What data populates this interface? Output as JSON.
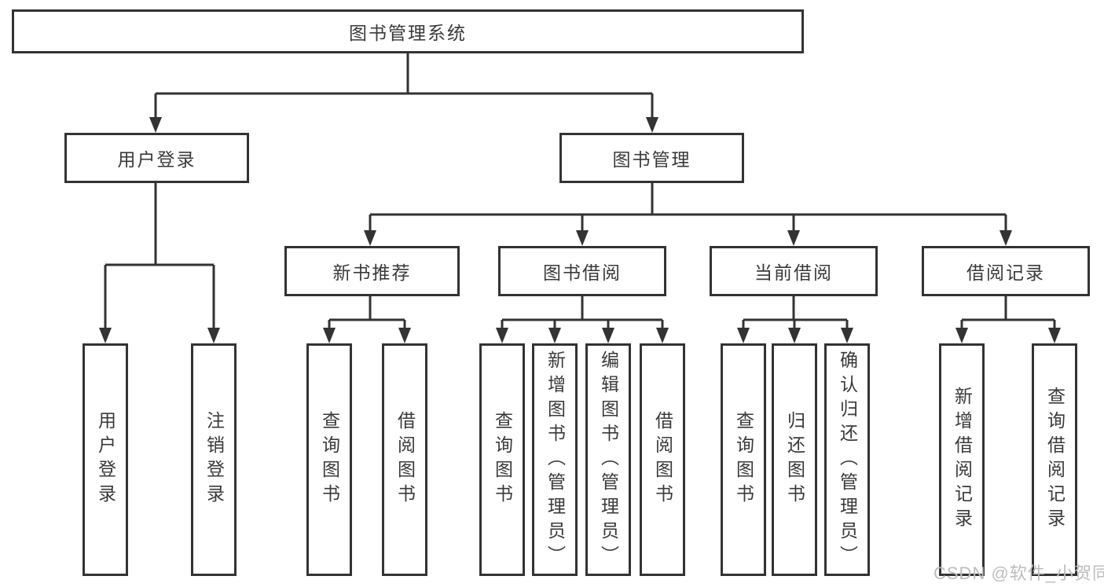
{
  "diagram": {
    "title": "图书管理系统",
    "modules": [
      {
        "label": "用户登录",
        "children": [
          "用户登录",
          "注销登录"
        ]
      },
      {
        "label": "图书管理",
        "submodules": [
          {
            "label": "新书推荐",
            "children": [
              "查询图书",
              "借阅图书"
            ]
          },
          {
            "label": "图书借阅",
            "children": [
              "查询图书",
              "新增图书（管理员）",
              "编辑图书（管理员）",
              "借阅图书"
            ]
          },
          {
            "label": "当前借阅",
            "children": [
              "查询图书",
              "归还图书",
              "确认归还（管理员）"
            ]
          },
          {
            "label": "借阅记录",
            "children": [
              "新增借阅记录",
              "查询借阅记录"
            ]
          }
        ]
      }
    ]
  },
  "watermark": {
    "text": "CSDN @软件_小贺同学",
    "color": "#bdbdbd"
  },
  "colors": {
    "line": "#333333",
    "text": "#3a3a3a",
    "background": "#ffffff"
  }
}
